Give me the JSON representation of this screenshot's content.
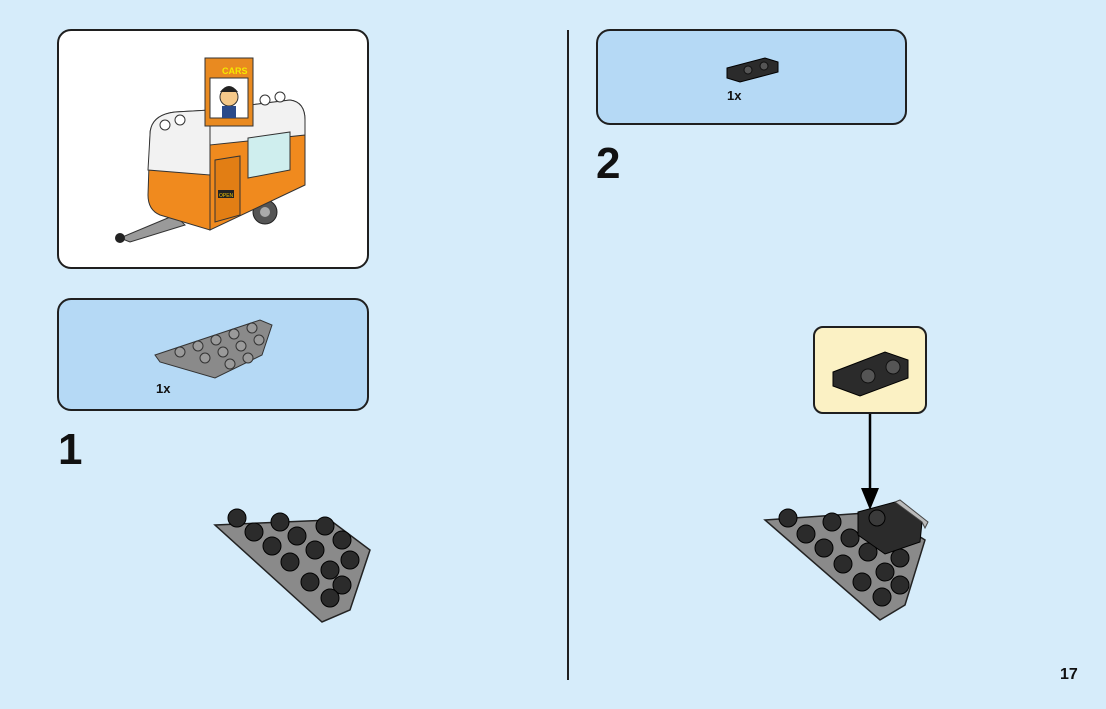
{
  "page_number": "17",
  "preview": {
    "sign_text": "CARS",
    "open_sign": "OPEN"
  },
  "steps": [
    {
      "number": "1",
      "parts": [
        {
          "qty": "1x",
          "part": "wedge-plate-dark-gray"
        }
      ]
    },
    {
      "number": "2",
      "parts": [
        {
          "qty": "1x",
          "part": "bracket-plate-black"
        }
      ]
    }
  ],
  "colors": {
    "background": "#d6ecfa",
    "parts_panel": "#b5d9f5",
    "callout": "#fbf1c4",
    "brick_dark_gray": "#8a8a8a",
    "brick_black": "#2b2b2b",
    "trailer_orange": "#f08a1e"
  }
}
